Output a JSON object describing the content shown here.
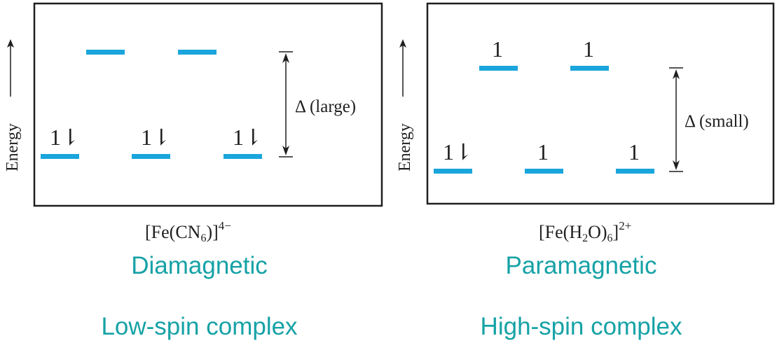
{
  "colors": {
    "level": "#1aa5dc",
    "caption": "#16a2a6",
    "ink": "#1f1f1f"
  },
  "complexes": [
    {
      "energy_label": "Energy",
      "delta_label": "Δ (large)",
      "formula": {
        "pre": "[Fe(CN",
        "sub": "6",
        "post": ")]",
        "sup": "4−"
      },
      "magnetism": "Diamagnetic",
      "spin": "Low-spin complex",
      "t2g_electrons": [
        "1⇂",
        "1⇂",
        "1⇂"
      ],
      "eg_electrons": [
        "",
        ""
      ]
    },
    {
      "energy_label": "Energy",
      "delta_label": "Δ (small)",
      "formula": {
        "pre": "[Fe(H",
        "sub": "2",
        "mid": "O)",
        "sub2": "6",
        "post": "]",
        "sup": "2+"
      },
      "magnetism": "Paramagnetic",
      "spin": "High-spin complex",
      "t2g_electrons": [
        "1⇂",
        "1",
        "1"
      ],
      "eg_electrons": [
        "1",
        "1"
      ]
    }
  ]
}
